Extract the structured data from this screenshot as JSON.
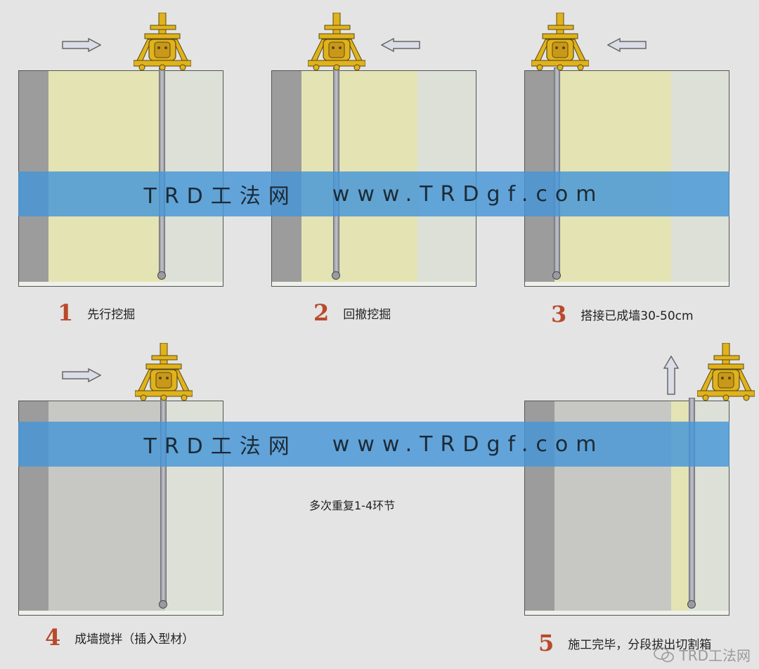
{
  "colors": {
    "background": "#e4e4e4",
    "wall_done": "#9c9c9c",
    "excavated_zone": "#e4e3b4",
    "soil": "#dde0d6",
    "mixed_zone": "#c7c8c4",
    "machine": "#e0b21d",
    "watermark_band": "#4696d7",
    "step_number": "#b84a2c"
  },
  "watermark_band": {
    "left_text": "TRD工法网",
    "right_text": "www.TRDgf.com"
  },
  "steps": [
    {
      "number": "1",
      "label": "先行挖掘",
      "arrow": "right-arrow"
    },
    {
      "number": "2",
      "label": "回撤挖掘",
      "arrow": "left-arrow"
    },
    {
      "number": "3",
      "label": "搭接已成墙30-50cm",
      "arrow": "left-arrow"
    },
    {
      "number": "4",
      "label": "成墙搅拌（插入型材）",
      "arrow": "right-arrow"
    },
    {
      "number": "5",
      "label": "施工完毕，分段拔出切割箱",
      "arrow": "up-arrow"
    }
  ],
  "repeat_note": "多次重复1-4环节",
  "footer_watermark": "TRD工法网"
}
